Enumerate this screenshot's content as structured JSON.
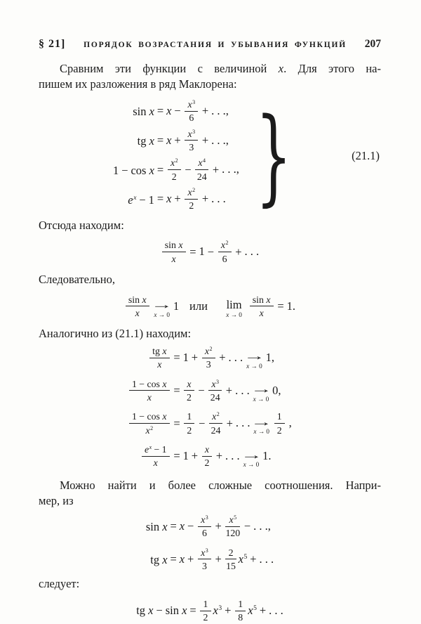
{
  "header": {
    "section": "§ 21]",
    "running_title": "ПОРЯДОК ВОЗРАСТАНИЯ И УБЫВАНИЯ ФУНКЦИЙ",
    "page_number": "207"
  },
  "paragraphs": {
    "p1_line1": [
      {
        "r": "Сравним эти функции с величиной "
      },
      {
        "i": "x"
      },
      {
        "r": ". Для этого на-"
      }
    ],
    "p1_line2": "пишем их разложения в ряд Маклорена:",
    "p2": "Отсюда находим:",
    "p3": "Следовательно,",
    "p4": "Аналогично из (21.1) находим:",
    "p5_line1": "Можно найти и более сложные соотношения. Напри-",
    "p5_line2": "мер, из",
    "p6": "следует:"
  },
  "eq211": {
    "label": "(21.1)",
    "brace": "}",
    "rows": [
      {
        "lhs": [
          {
            "r": "sin "
          },
          {
            "i": "x"
          }
        ],
        "rhs": [
          {
            "o": "="
          },
          {
            "i": "x"
          },
          {
            "o": "−"
          },
          {
            "f": {
              "n": [
                {
                  "i": "x"
                },
                {
                  "s": "3"
                }
              ],
              "d": [
                {
                  "r": "6"
                }
              ]
            }
          },
          {
            "o": "+"
          },
          {
            "r": ". . .,"
          }
        ]
      },
      {
        "lhs": [
          {
            "r": "tg "
          },
          {
            "i": "x"
          }
        ],
        "rhs": [
          {
            "o": "="
          },
          {
            "i": "x"
          },
          {
            "o": "+"
          },
          {
            "f": {
              "n": [
                {
                  "i": "x"
                },
                {
                  "s": "3"
                }
              ],
              "d": [
                {
                  "r": "3"
                }
              ]
            }
          },
          {
            "o": "+"
          },
          {
            "r": ". . .,"
          }
        ]
      },
      {
        "lhs": [
          {
            "r": "1"
          },
          {
            "o": "−"
          },
          {
            "r": "cos "
          },
          {
            "i": "x"
          }
        ],
        "rhs": [
          {
            "o": "="
          },
          {
            "f": {
              "n": [
                {
                  "i": "x"
                },
                {
                  "s": "2"
                }
              ],
              "d": [
                {
                  "r": "2"
                }
              ]
            }
          },
          {
            "o": "−"
          },
          {
            "f": {
              "n": [
                {
                  "i": "x"
                },
                {
                  "s": "4"
                }
              ],
              "d": [
                {
                  "r": "24"
                }
              ]
            }
          },
          {
            "o": "+"
          },
          {
            "r": ". . .,"
          }
        ]
      },
      {
        "lhs": [
          {
            "i": "e"
          },
          {
            "si": "x"
          },
          {
            "o": "−"
          },
          {
            "r": "1"
          }
        ],
        "rhs": [
          {
            "o": "="
          },
          {
            "i": "x"
          },
          {
            "o": "+"
          },
          {
            "f": {
              "n": [
                {
                  "i": "x"
                },
                {
                  "s": "2"
                }
              ],
              "d": [
                {
                  "r": "2"
                }
              ]
            }
          },
          {
            "o": "+"
          },
          {
            "r": ". . ."
          }
        ]
      }
    ]
  },
  "eq_sinx": [
    {
      "f": {
        "n": [
          {
            "r": "sin "
          },
          {
            "i": "x"
          }
        ],
        "d": [
          {
            "i": "x"
          }
        ]
      }
    },
    {
      "o": "="
    },
    {
      "r": "1"
    },
    {
      "o": "−"
    },
    {
      "f": {
        "n": [
          {
            "i": "x"
          },
          {
            "s": "2"
          }
        ],
        "d": [
          {
            "r": "6"
          }
        ]
      }
    },
    {
      "o": "+"
    },
    {
      "r": ". . ."
    }
  ],
  "eq_limit": [
    {
      "f": {
        "n": [
          {
            "r": "sin "
          },
          {
            "i": "x"
          }
        ],
        "d": [
          {
            "i": "x"
          }
        ]
      }
    },
    {
      "u": {
        "b": [
          {
            "a": "→"
          }
        ],
        "u": [
          {
            "i": "x"
          },
          {
            "r": " → "
          },
          {
            "r": "0"
          }
        ]
      }
    },
    {
      "r": "1"
    },
    {
      "gap": 0.9
    },
    {
      "r": "или"
    },
    {
      "gap": 1.3
    },
    {
      "u": {
        "b": [
          {
            "r": "lim"
          }
        ],
        "u": [
          {
            "i": "x"
          },
          {
            "r": " → "
          },
          {
            "r": "0"
          }
        ]
      }
    },
    {
      "gap": 0.25
    },
    {
      "f": {
        "n": [
          {
            "r": "sin "
          },
          {
            "i": "x"
          }
        ],
        "d": [
          {
            "i": "x"
          }
        ]
      }
    },
    {
      "o": "="
    },
    {
      "r": "1."
    }
  ],
  "eq_four": {
    "rows": [
      {
        "lhs": [
          {
            "f": {
              "n": [
                {
                  "r": "tg "
                },
                {
                  "i": "x"
                }
              ],
              "d": [
                {
                  "i": "x"
                }
              ]
            }
          }
        ],
        "rhs": [
          {
            "o": "="
          },
          {
            "r": "1"
          },
          {
            "o": "+"
          },
          {
            "f": {
              "n": [
                {
                  "i": "x"
                },
                {
                  "s": "2"
                }
              ],
              "d": [
                {
                  "r": "3"
                }
              ]
            }
          },
          {
            "o": "+"
          },
          {
            "r": ". . ."
          },
          {
            "u": {
              "b": [
                {
                  "a": "→"
                }
              ],
              "u": [
                {
                  "i": "x"
                },
                {
                  "r": " → "
                },
                {
                  "r": "0"
                }
              ]
            }
          },
          {
            "r": "1,"
          }
        ]
      },
      {
        "lhs": [
          {
            "f": {
              "n": [
                {
                  "r": "1"
                },
                {
                  "o": "−"
                },
                {
                  "r": "cos "
                },
                {
                  "i": "x"
                }
              ],
              "d": [
                {
                  "i": "x"
                }
              ]
            }
          }
        ],
        "rhs": [
          {
            "o": "="
          },
          {
            "f": {
              "n": [
                {
                  "i": "x"
                }
              ],
              "d": [
                {
                  "r": "2"
                }
              ]
            }
          },
          {
            "o": "−"
          },
          {
            "f": {
              "n": [
                {
                  "i": "x"
                },
                {
                  "s": "3"
                }
              ],
              "d": [
                {
                  "r": "24"
                }
              ]
            }
          },
          {
            "o": "+"
          },
          {
            "r": ". . ."
          },
          {
            "u": {
              "b": [
                {
                  "a": "→"
                }
              ],
              "u": [
                {
                  "i": "x"
                },
                {
                  "r": " → "
                },
                {
                  "r": "0"
                }
              ]
            }
          },
          {
            "r": "0,"
          }
        ]
      },
      {
        "lhs": [
          {
            "f": {
              "n": [
                {
                  "r": "1"
                },
                {
                  "o": "−"
                },
                {
                  "r": "cos "
                },
                {
                  "i": "x"
                }
              ],
              "d": [
                {
                  "i": "x"
                },
                {
                  "s": "2"
                }
              ]
            }
          }
        ],
        "rhs": [
          {
            "o": "="
          },
          {
            "f": {
              "n": [
                {
                  "r": "1"
                }
              ],
              "d": [
                {
                  "r": "2"
                }
              ]
            }
          },
          {
            "o": "−"
          },
          {
            "f": {
              "n": [
                {
                  "i": "x"
                },
                {
                  "s": "2"
                }
              ],
              "d": [
                {
                  "r": "24"
                }
              ]
            }
          },
          {
            "o": "+"
          },
          {
            "r": ". . ."
          },
          {
            "u": {
              "b": [
                {
                  "a": "→"
                }
              ],
              "u": [
                {
                  "i": "x"
                },
                {
                  "r": " → "
                },
                {
                  "r": "0"
                }
              ]
            }
          },
          {
            "f": {
              "n": [
                {
                  "r": "1"
                }
              ],
              "d": [
                {
                  "r": "2"
                }
              ]
            }
          },
          {
            "r": " ,"
          }
        ]
      },
      {
        "lhs": [
          {
            "f": {
              "n": [
                {
                  "i": "e"
                },
                {
                  "si": "x"
                },
                {
                  "o": "−"
                },
                {
                  "r": "1"
                }
              ],
              "d": [
                {
                  "i": "x"
                }
              ]
            }
          }
        ],
        "rhs": [
          {
            "o": "="
          },
          {
            "r": "1"
          },
          {
            "o": "+"
          },
          {
            "f": {
              "n": [
                {
                  "i": "x"
                }
              ],
              "d": [
                {
                  "r": "2"
                }
              ]
            }
          },
          {
            "o": "+"
          },
          {
            "r": ". . ."
          },
          {
            "u": {
              "b": [
                {
                  "a": "→"
                }
              ],
              "u": [
                {
                  "i": "x"
                },
                {
                  "r": " → "
                },
                {
                  "r": "0"
                }
              ]
            }
          },
          {
            "r": "1."
          }
        ]
      }
    ]
  },
  "eq_series": {
    "rows": [
      {
        "lhs": [
          {
            "r": "sin "
          },
          {
            "i": "x"
          }
        ],
        "rhs": [
          {
            "o": "="
          },
          {
            "i": "x"
          },
          {
            "o": "−"
          },
          {
            "f": {
              "n": [
                {
                  "i": "x"
                },
                {
                  "s": "3"
                }
              ],
              "d": [
                {
                  "r": "6"
                }
              ]
            }
          },
          {
            "o": "+"
          },
          {
            "f": {
              "n": [
                {
                  "i": "x"
                },
                {
                  "s": "5"
                }
              ],
              "d": [
                {
                  "r": "120"
                }
              ]
            }
          },
          {
            "o": "−"
          },
          {
            "r": ". . .,"
          }
        ]
      },
      {
        "lhs": [
          {
            "r": "tg "
          },
          {
            "i": "x"
          }
        ],
        "rhs": [
          {
            "o": "="
          },
          {
            "i": "x"
          },
          {
            "o": "+"
          },
          {
            "f": {
              "n": [
                {
                  "i": "x"
                },
                {
                  "s": "3"
                }
              ],
              "d": [
                {
                  "r": "3"
                }
              ]
            }
          },
          {
            "o": "+"
          },
          {
            "f": {
              "n": [
                {
                  "r": "2"
                }
              ],
              "d": [
                {
                  "r": "15"
                }
              ]
            }
          },
          {
            "gap": 0.08
          },
          {
            "i": "x"
          },
          {
            "s": "5"
          },
          {
            "o": "+"
          },
          {
            "r": ". . ."
          }
        ]
      }
    ]
  },
  "eq_final": [
    {
      "r": "tg "
    },
    {
      "i": "x"
    },
    {
      "o": "−"
    },
    {
      "r": "sin "
    },
    {
      "i": "x"
    },
    {
      "o": "="
    },
    {
      "f": {
        "n": [
          {
            "r": "1"
          }
        ],
        "d": [
          {
            "r": "2"
          }
        ]
      }
    },
    {
      "gap": 0.08
    },
    {
      "i": "x"
    },
    {
      "s": "3"
    },
    {
      "o": "+"
    },
    {
      "f": {
        "n": [
          {
            "r": "1"
          }
        ],
        "d": [
          {
            "r": "8"
          }
        ]
      }
    },
    {
      "gap": 0.08
    },
    {
      "i": "x"
    },
    {
      "s": "5"
    },
    {
      "o": "+"
    },
    {
      "r": ". . ."
    }
  ]
}
